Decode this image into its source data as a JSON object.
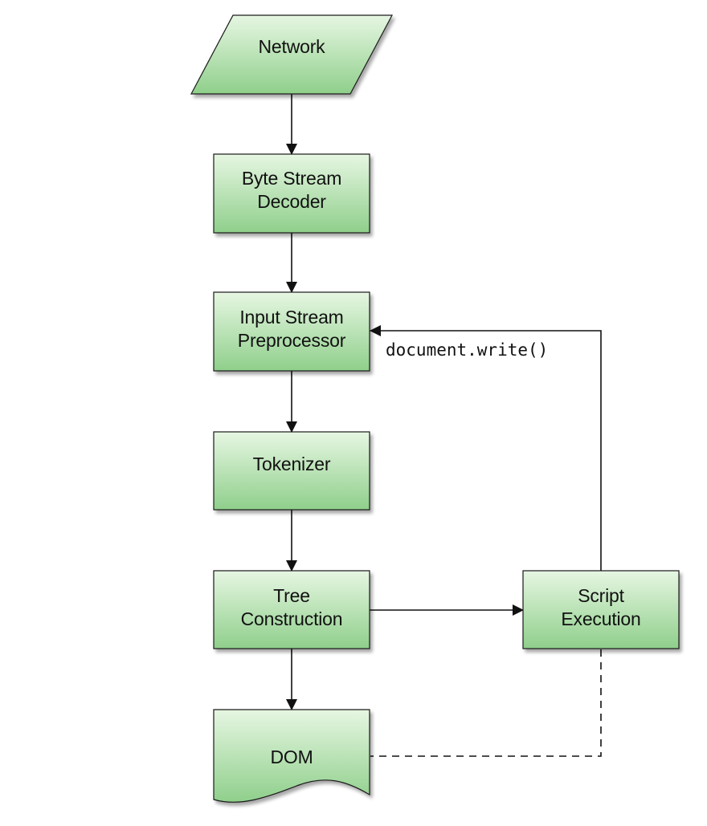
{
  "diagram": {
    "nodes": {
      "network": {
        "line1": "Network"
      },
      "byte_stream_decoder": {
        "line1": "Byte Stream",
        "line2": "Decoder"
      },
      "input_stream_preprocessor": {
        "line1": "Input Stream",
        "line2": "Preprocessor"
      },
      "tokenizer": {
        "line1": "Tokenizer"
      },
      "tree_construction": {
        "line1": "Tree",
        "line2": "Construction"
      },
      "script_execution": {
        "line1": "Script",
        "line2": "Execution"
      },
      "dom": {
        "line1": "DOM"
      }
    },
    "edges": {
      "document_write": "document.write()"
    },
    "colors": {
      "node_fill_top": "#e6f6e2",
      "node_fill_bottom": "#8fcf8b",
      "stroke": "#1a1a1a"
    }
  }
}
